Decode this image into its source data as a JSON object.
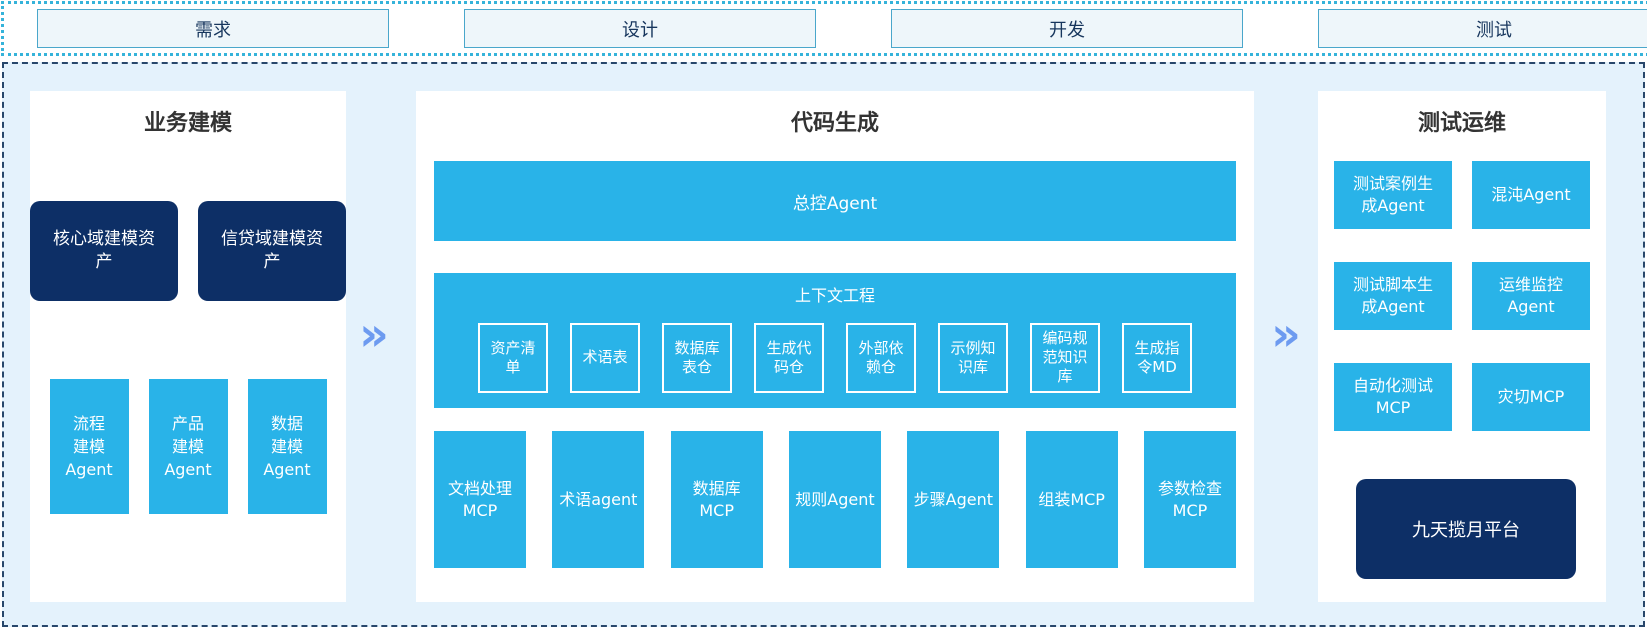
{
  "phases": [
    {
      "label": "需求"
    },
    {
      "label": "设计"
    },
    {
      "label": "开发"
    },
    {
      "label": "测试"
    }
  ],
  "arrow": {
    "glyph": "»"
  },
  "colors": {
    "cyan": "#29b3e8",
    "navy": "#0d2f66",
    "canvas_bg": "#e4f2fc",
    "panel_bg": "#ffffff",
    "arrow_blue": "#6d9bf0",
    "phase_fill": "#eef6fa",
    "phase_border": "#4aa7cb",
    "band_dotted_border": "#35b3da",
    "container_dashed_border": "#28476b"
  },
  "columns": {
    "business_modeling": {
      "title": "业务建模",
      "asset_boxes": [
        {
          "label": "核心域建模资产"
        },
        {
          "label": "信贷域建模资产"
        }
      ],
      "agent_boxes": [
        {
          "label": "流程建模Agent"
        },
        {
          "label": "产品建模Agent"
        },
        {
          "label": "数据建模Agent"
        }
      ]
    },
    "code_generation": {
      "title": "代码生成",
      "master_agent": "总控Agent",
      "context_engineering": {
        "title": "上下文工程",
        "items": [
          "资产清单",
          "术语表",
          "数据库表仓",
          "生成代码仓",
          "外部依赖仓",
          "示例知识库",
          "编码规范知识库",
          "生成指令MD"
        ]
      },
      "tools": [
        "文档处理MCP",
        "术语agent",
        "数据库MCP",
        "规则Agent",
        "步骤Agent",
        "组装MCP",
        "参数检查MCP"
      ]
    },
    "test_ops": {
      "title": "测试运维",
      "boxes": [
        "测试案例生成Agent",
        "混沌Agent",
        "测试脚本生成Agent",
        "运维监控Agent",
        "自动化测试MCP",
        "灾切MCP"
      ],
      "platform": "九天揽月平台"
    }
  }
}
